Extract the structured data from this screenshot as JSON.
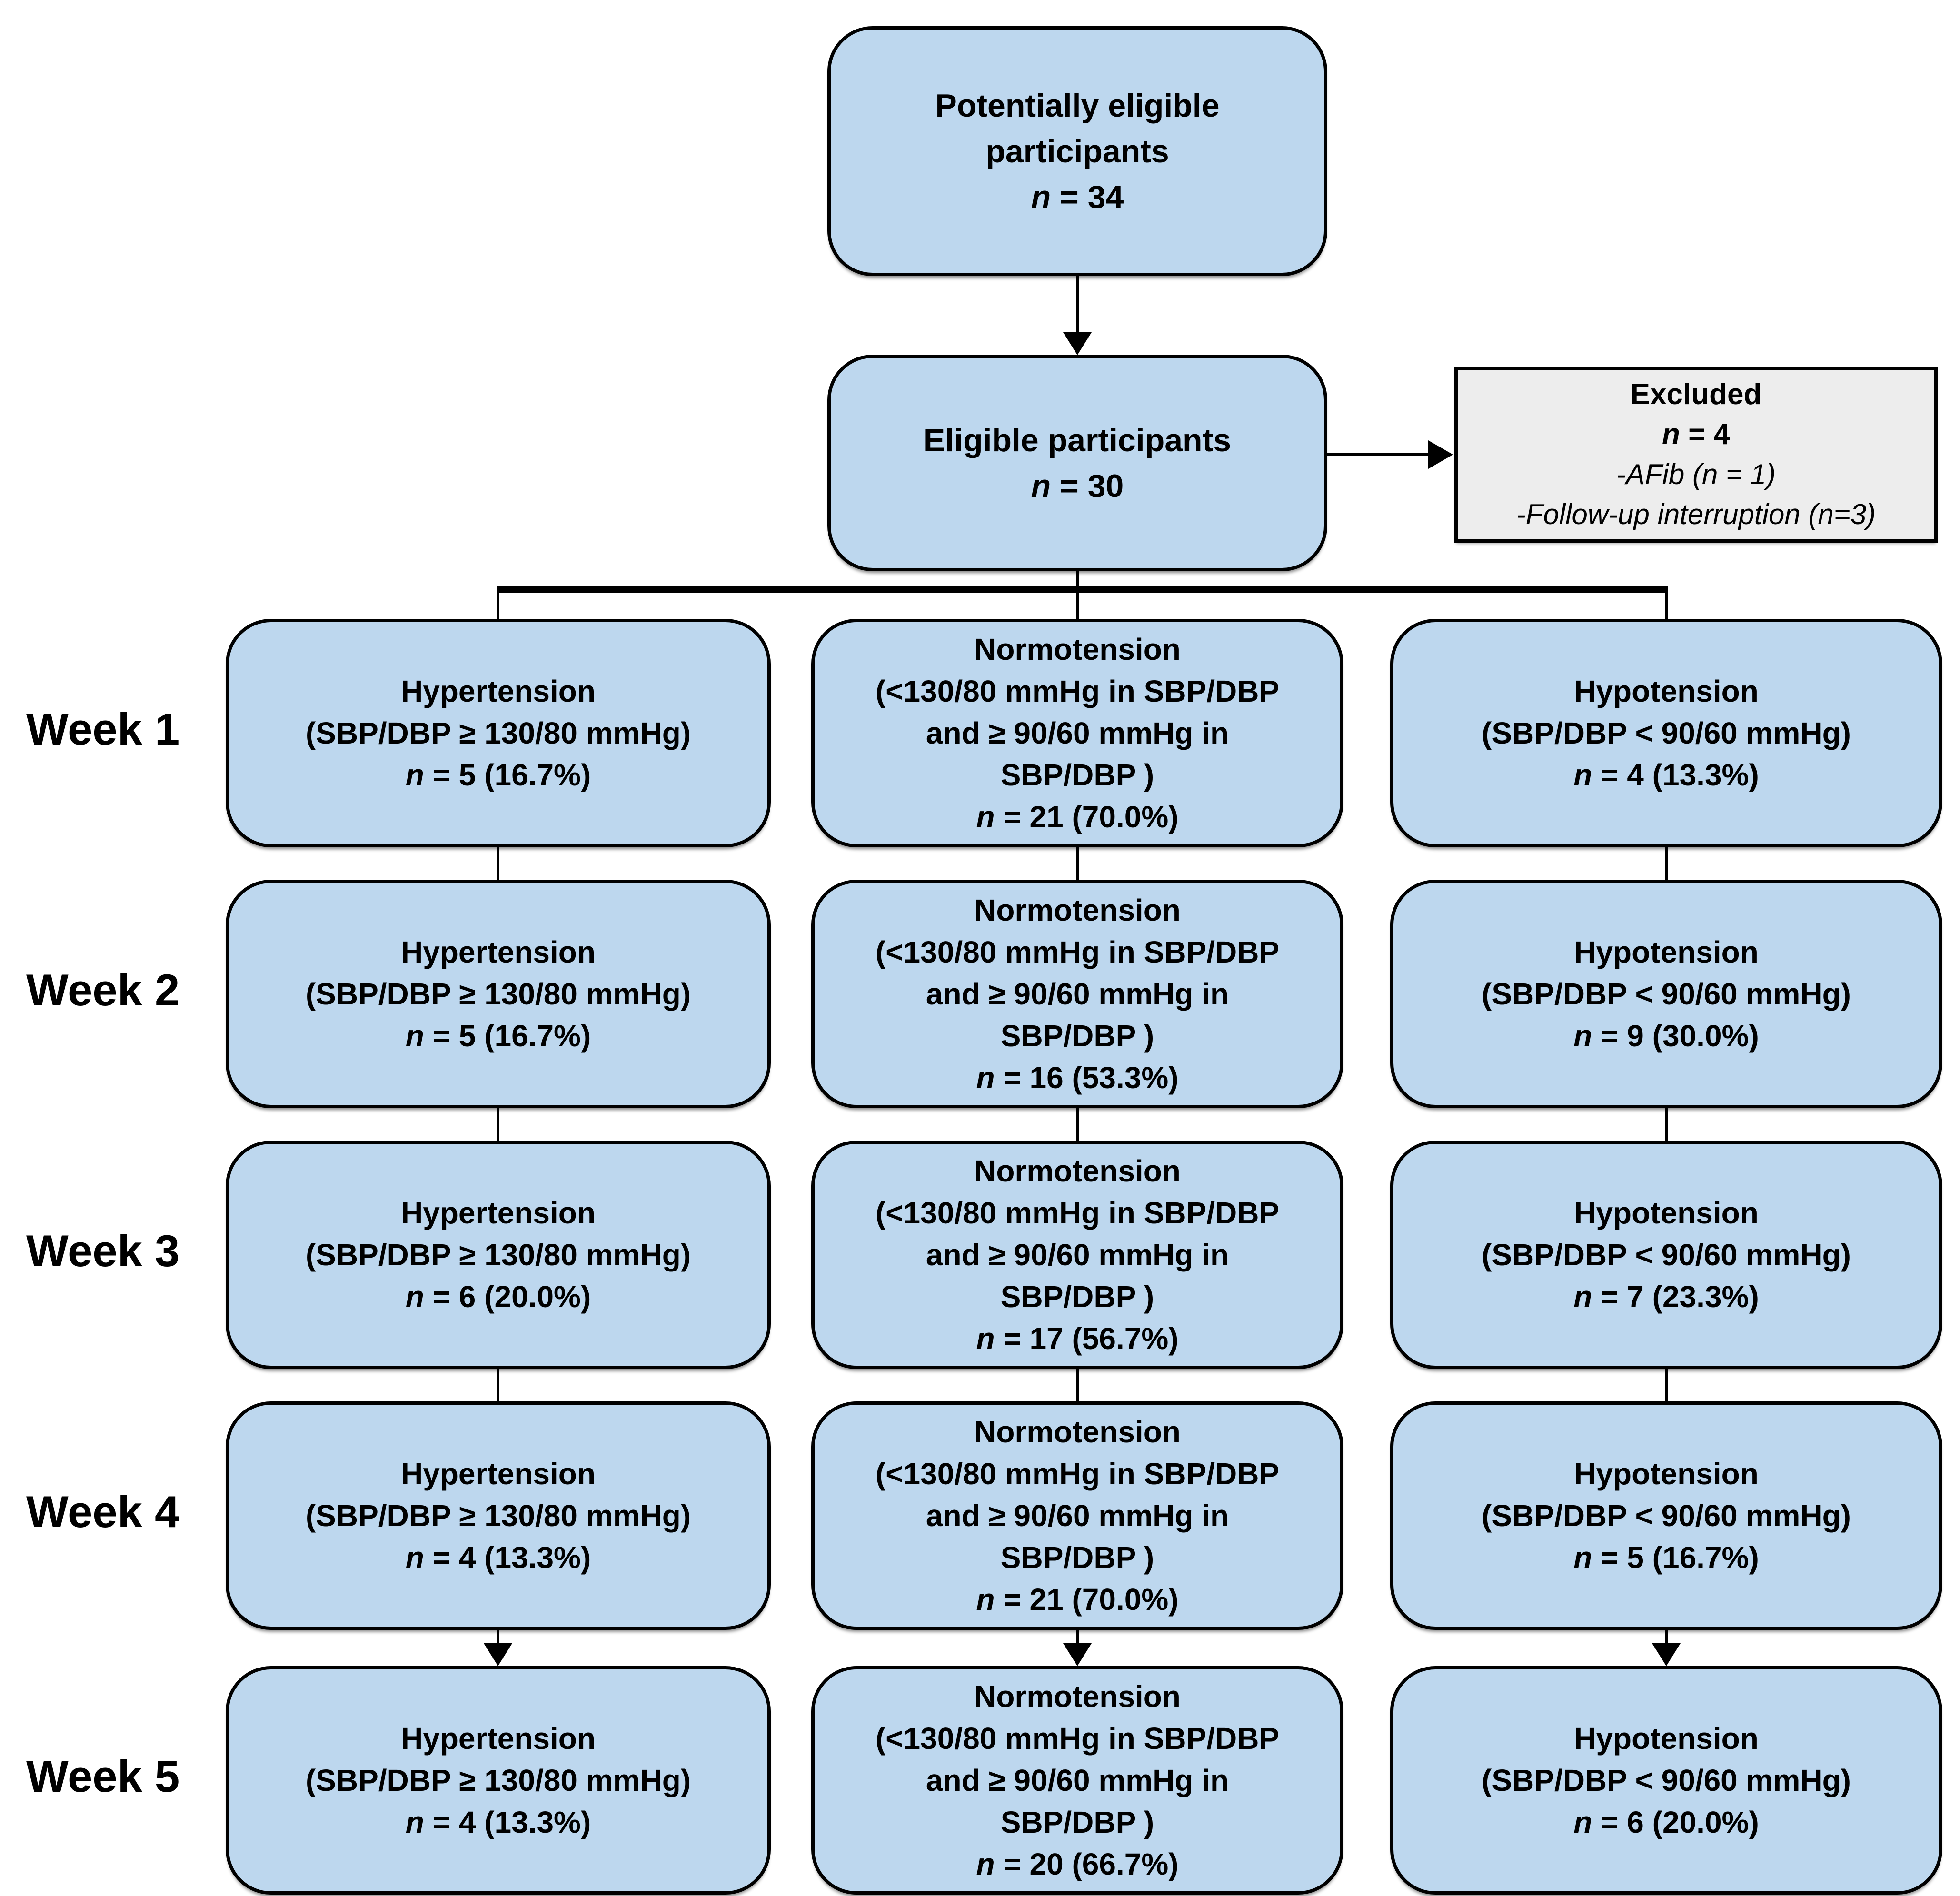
{
  "palette": {
    "background": "#FFFFFF",
    "box_fill": "#BDD7EE",
    "excluded_fill": "#EDEDED",
    "line_color": "#000000"
  },
  "labels": {
    "n": "n"
  },
  "top_box": {
    "line1": "Potentially eligible",
    "line2": "participants",
    "n_rest": " = 34"
  },
  "eligible_box": {
    "line1": "Eligible participants",
    "n_rest": " = 30"
  },
  "excluded_box": {
    "title": "Excluded",
    "n_rest": " = 4",
    "reasons": [
      "-AFib (n = 1)",
      "-Follow-up interruption (n=3)"
    ]
  },
  "columns": {
    "hypertension": {
      "title": "Hypertension",
      "criteria": "(SBP/DBP ≥ 130/80 mmHg)"
    },
    "normotension": {
      "title": "Normotension",
      "criteria_lines": [
        "(<130/80 mmHg in SBP/DBP",
        "and ≥ 90/60 mmHg in",
        "SBP/DBP )"
      ]
    },
    "hypotension": {
      "title": "Hypotension",
      "criteria": "(SBP/DBP < 90/60 mmHg)"
    }
  },
  "weeks": [
    {
      "label": "Week 1",
      "hypertension_n": " = 5 (16.7%)",
      "normotension_n": " = 21 (70.0%)",
      "hypotension_n": " = 4 (13.3%)"
    },
    {
      "label": "Week 2",
      "hypertension_n": " = 5 (16.7%)",
      "normotension_n": " = 16 (53.3%)",
      "hypotension_n": " = 9 (30.0%)"
    },
    {
      "label": "Week 3",
      "hypertension_n": " = 6 (20.0%)",
      "normotension_n": " = 17 (56.7%)",
      "hypotension_n": " = 7 (23.3%)"
    },
    {
      "label": "Week 4",
      "hypertension_n": " = 4 (13.3%)",
      "normotension_n": " = 21 (70.0%)",
      "hypotension_n": " = 5 (16.7%)"
    },
    {
      "label": "Week 5",
      "hypertension_n": " = 4 (13.3%)",
      "normotension_n": " = 20 (66.7%)",
      "hypotension_n": " = 6 (20.0%)"
    }
  ]
}
